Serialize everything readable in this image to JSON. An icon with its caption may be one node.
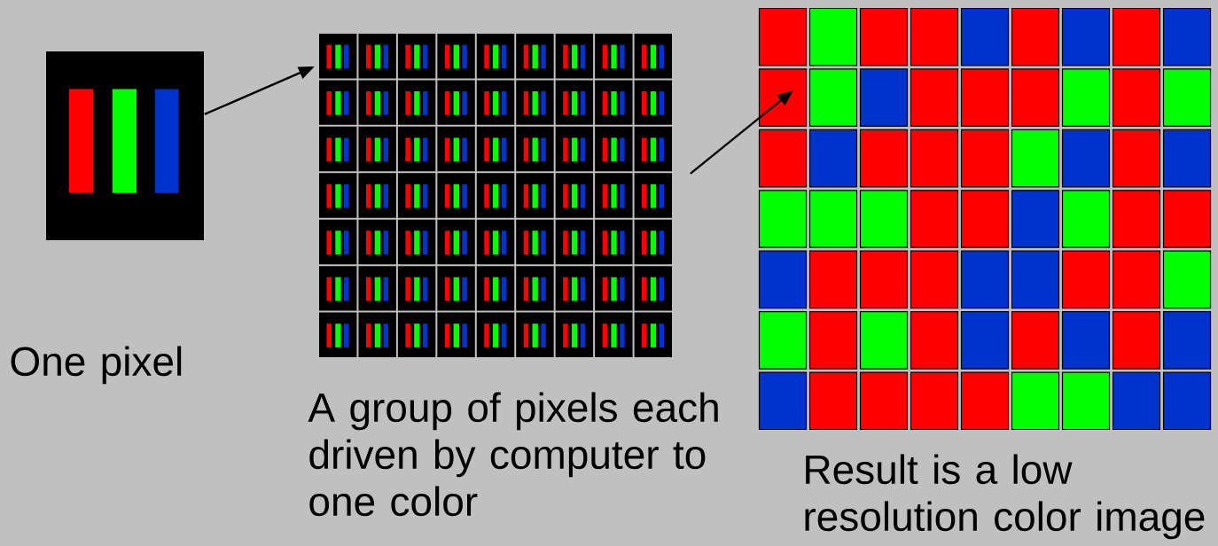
{
  "diagram": {
    "nodes": [
      {
        "text": [],
        "shape": "picture",
        "beside": [
          "One pixel"
        ]
      },
      {
        "text": [],
        "shape": "picture",
        "beside": [
          "A group of pixels each driven by computer to one color"
        ]
      },
      {
        "text": [],
        "shape": "picture",
        "beside": [
          "Result is a low resolution color image"
        ]
      }
    ],
    "edges": [
      {
        "from": 0,
        "to": 1,
        "arrow": "to"
      },
      {
        "from": 1,
        "to": 2,
        "arrow": "to"
      }
    ]
  }
}
